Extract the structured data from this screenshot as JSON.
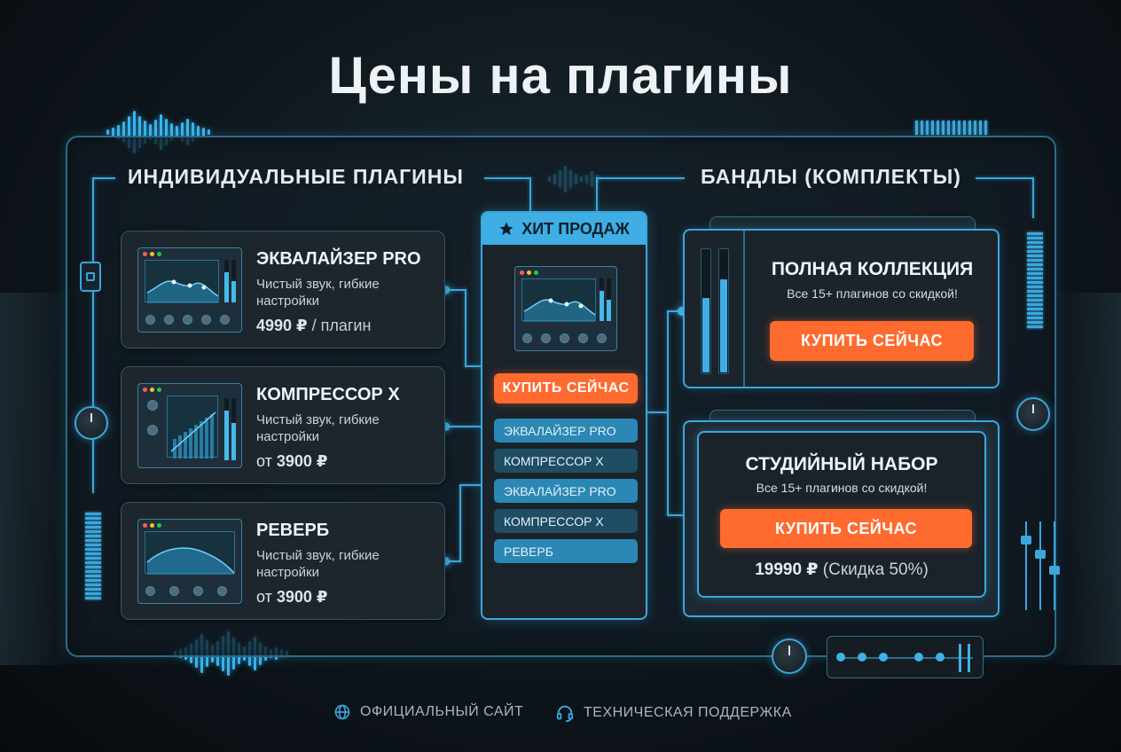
{
  "page": {
    "title": "Цены на плагины",
    "section_individual": "ИНДИВИДУАЛЬНЫЕ ПЛАГИНЫ",
    "section_bundles": "БАНДЛЫ (КОМПЛЕКТЫ)"
  },
  "plugins": [
    {
      "name": "ЭКВАЛАЙЗЕР PRO",
      "desc": "Чистый звук, гибкие настройки",
      "price_prefix": "",
      "price": "4990 ₽",
      "price_suffix": " / плагин"
    },
    {
      "name": "КОМПРЕССОР X",
      "desc": "Чистый звук, гибкие настройки",
      "price_prefix": "от ",
      "price": "3900 ₽",
      "price_suffix": ""
    },
    {
      "name": "РЕВЕРБ",
      "desc": "Чистый звук, гибкие настройки",
      "price_prefix": "от ",
      "price": "3900 ₽",
      "price_suffix": ""
    }
  ],
  "hit": {
    "badge_icon": "star-icon",
    "label": "ХИТ ПРОДАЖ",
    "buy_label": "КУПИТЬ СЕЙЧАС",
    "list": [
      "ЭКВАЛАЙЗЕР PRO",
      "КОМПРЕССОР X",
      "ЭКВАЛАЙЗЕР PRO",
      "КОМПРЕССОР X",
      "РЕВЕРБ"
    ]
  },
  "bundles": [
    {
      "title": "ПОЛНАЯ КОЛЛЕКЦИЯ",
      "subtitle": "Все 15+ плагинов со скидкой!",
      "buy_label": "КУПИТЬ СЕЙЧАС"
    },
    {
      "title": "СТУДИЙНЫЙ НАБОР",
      "subtitle": "Все 15+ плагинов со скидкой!",
      "buy_label": "КУПИТЬ СЕЙЧАС",
      "price": "19990 ₽",
      "discount": " (Скидка 50%)"
    }
  ],
  "footer": {
    "site_icon": "globe-icon",
    "site_label": "ОФИЦИАЛЬНЫЙ САЙТ",
    "support_icon": "headset-icon",
    "support_label": "ТЕХНИЧЕСКАЯ ПОДДЕРЖКА"
  },
  "colors": {
    "accent": "#3aa7dc",
    "buy_button": "#ff6a2e",
    "card_bg": "#1d262d"
  }
}
